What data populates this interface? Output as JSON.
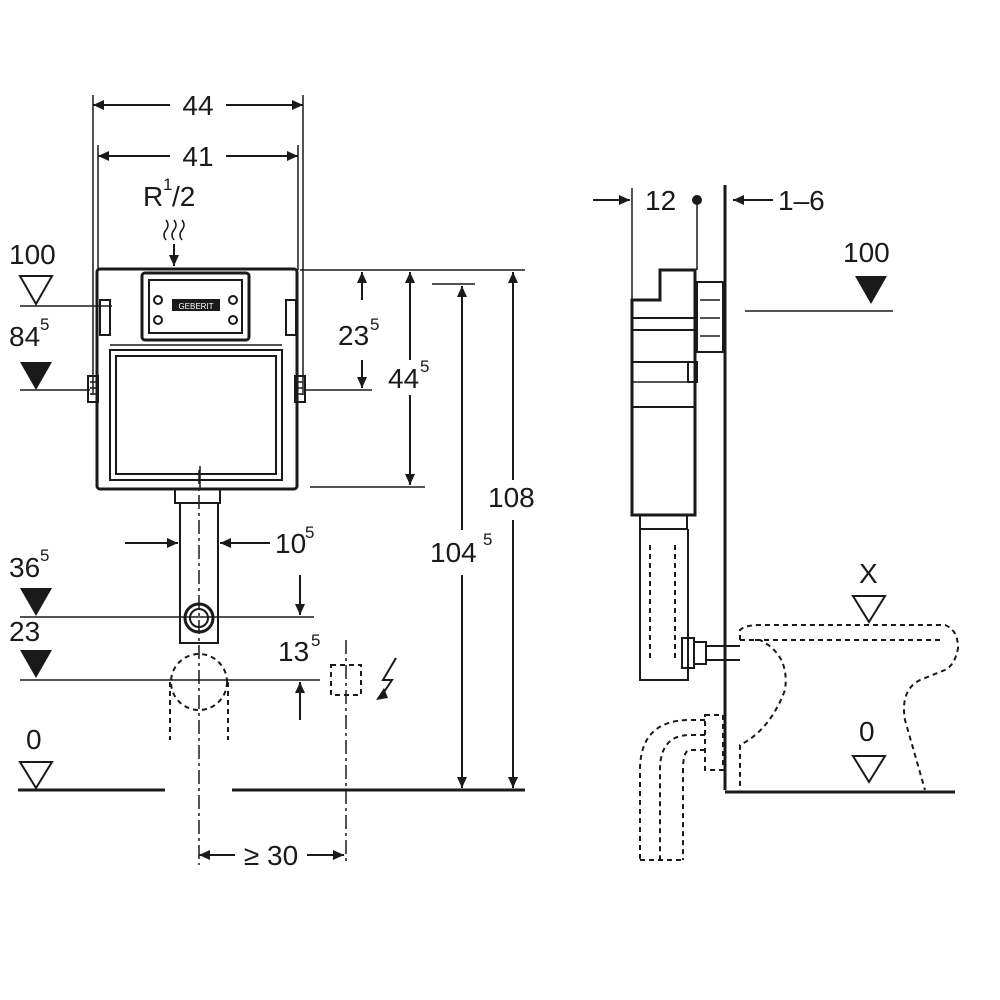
{
  "front_view": {
    "width_outer": "44",
    "width_inner": "41",
    "connection": {
      "base": "R",
      "sup": "1",
      "suffix": "/2"
    },
    "level_100": "100",
    "level_84": {
      "base": "84",
      "sup": "5"
    },
    "level_36": {
      "base": "36",
      "sup": "5"
    },
    "level_23": "23",
    "level_0": "0",
    "dim_23": {
      "base": "23",
      "sup": "5"
    },
    "dim_44": {
      "base": "44",
      "sup": "5"
    },
    "dim_104": {
      "base": "104",
      "sup": "5"
    },
    "dim_108": "108",
    "dim_10": {
      "base": "10",
      "sup": "5"
    },
    "dim_13": {
      "base": "13",
      "sup": "5"
    },
    "min_distance": "≥ 30",
    "brand": "GEBERIT"
  },
  "side_view": {
    "dim_12": "12",
    "dim_1_6": "1–6",
    "level_100": "100",
    "level_x": "X",
    "level_0": "0"
  },
  "icons": [
    "water-supply-icon",
    "electrical-connection-icon",
    "level-marker-icon"
  ]
}
